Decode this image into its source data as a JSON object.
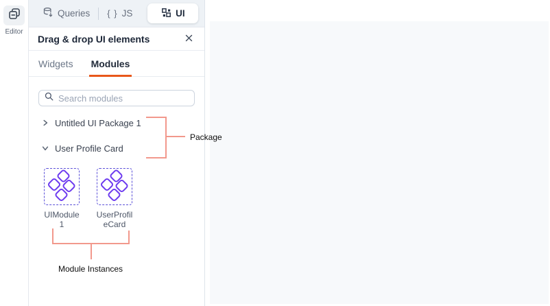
{
  "sidebar": {
    "editor_label": "Editor"
  },
  "topbar": {
    "queries_label": "Queries",
    "js_braces": "{ }",
    "js_label": "JS",
    "ui_label": "UI"
  },
  "panel": {
    "title": "Drag & drop UI elements"
  },
  "tabs": {
    "widgets": "Widgets",
    "modules": "Modules"
  },
  "search": {
    "placeholder": "Search modules"
  },
  "tree": [
    {
      "label": "Untitled UI Package 1",
      "state": "collapsed"
    },
    {
      "label": "User Profile Card",
      "state": "expanded"
    }
  ],
  "modules": [
    {
      "line1": "UIModule",
      "line2": "1"
    },
    {
      "line1": "UserProfil",
      "line2": "eCard"
    }
  ],
  "annotations": {
    "package_label": "Package",
    "instances_label": "Module Instances"
  },
  "colors": {
    "accent_orange": "#e8571a",
    "module_purple": "#6d3bef",
    "dashed_border": "#5a4fd8",
    "annotation_salmon": "#f2988c",
    "canvas_bg": "#f7f9fb"
  }
}
